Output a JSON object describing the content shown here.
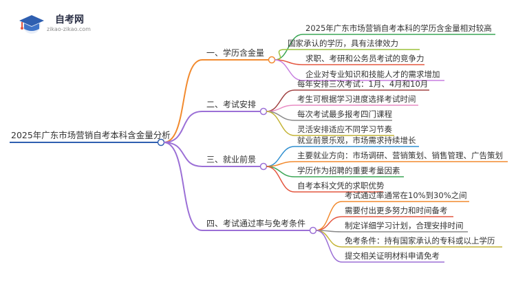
{
  "logo": {
    "name": "自考网",
    "url": "zikao-zikao.com"
  },
  "mindmap": {
    "root": "2025年广东市场营销自考本科含金量分析",
    "branches": [
      {
        "label": "一、学历含金量",
        "color": "#f28a2e",
        "leaves": [
          {
            "text": "2025年广东市场营销自考本科的学历含金量相对较高",
            "color": "#3aa655"
          },
          {
            "text": "国家承认的学历，具有法律效力",
            "color": "#9bc23c"
          },
          {
            "text": "求职、考研和公务员考试的竞争力",
            "color": "#e4563f"
          },
          {
            "text": "企业对专业知识和技能人才的需求增加",
            "color": "#c77fe0"
          }
        ]
      },
      {
        "label": "二、考试安排",
        "color": "#9b6fd6",
        "leaves": [
          {
            "text": "每年安排三次考试：1月、4月和10月",
            "color": "#a04040"
          },
          {
            "text": "考生可根据学习进度选择考试时间",
            "color": "#e98bc4"
          },
          {
            "text": "每次考试最多报考四门课程",
            "color": "#8a8a8a"
          },
          {
            "text": "灵活安排适应不同学习节奏",
            "color": "#c4b436"
          }
        ]
      },
      {
        "label": "三、就业前景",
        "color": "#9b6fd6",
        "leaves": [
          {
            "text": "就业前景乐观，市场需求持续增长",
            "color": "#2f8fd0"
          },
          {
            "text": "主要就业方向：市场调研、营销策划、销售管理、广告策划",
            "color": "#f28a2e"
          },
          {
            "text": "学历作为招聘的重要考量因素",
            "color": "#3aa655"
          },
          {
            "text": "自考本科文凭的求职优势",
            "color": "#e4563f"
          }
        ]
      },
      {
        "label": "四、考试通过率与免考条件",
        "color": "#9b6fd6",
        "leaves": [
          {
            "text": "考试通过率通常在10%到30%之间",
            "color": "#f28a2e"
          },
          {
            "text": "需要付出更多努力和时间备考",
            "color": "#e4563f"
          },
          {
            "text": "制定详细学习计划，合理安排时间",
            "color": "#8a8a8a"
          },
          {
            "text": "免考条件：持有国家承认的专科或以上学历",
            "color": "#c4b436"
          },
          {
            "text": "提交相关证明材料申请免考",
            "color": "#9b6fd6"
          }
        ]
      }
    ]
  }
}
